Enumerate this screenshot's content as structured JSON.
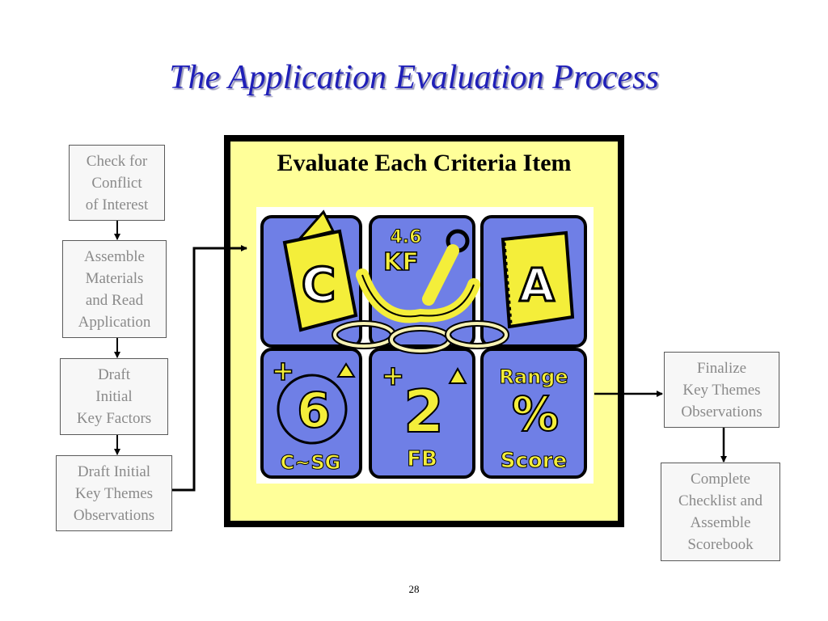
{
  "title": "The Application Evaluation Process",
  "left_steps": [
    {
      "label": "Check for\nConflict\nof Interest"
    },
    {
      "label": "Assemble\nMaterials\nand Read\nApplication"
    },
    {
      "label": "Draft\nInitial\nKey Factors"
    },
    {
      "label": "Draft Initial\nKey Themes\nObservations"
    }
  ],
  "center": {
    "title": "Evaluate Each Criteria Item",
    "illustration": {
      "top_left": "C",
      "top_center": "4.6\nKF",
      "top_right": "A",
      "bottom_left": "+6\nC~SG",
      "bottom_center": "+2\nFB",
      "bottom_right": "Range\n%\nScore"
    }
  },
  "right_steps": [
    {
      "label": "Finalize\nKey Themes\nObservations"
    },
    {
      "label": "Complete\nChecklist and\nAssemble\nScorebook"
    }
  ],
  "page_number": "28",
  "colors": {
    "title": "#2020b8",
    "panel_fill": "#ffff99",
    "card_blue": "#6f7fe6",
    "card_yellow": "#f4ee3a"
  }
}
